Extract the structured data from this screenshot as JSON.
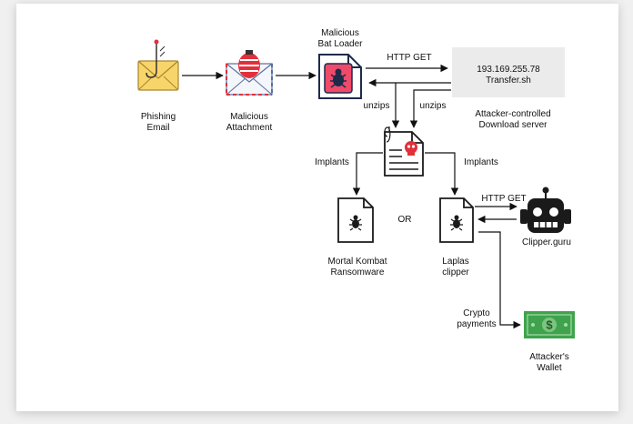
{
  "nodes": {
    "phishing": {
      "line1": "Phishing",
      "line2": "Email",
      "icon": "phishing-email-icon"
    },
    "attachment": {
      "line1": "Malicious",
      "line2": "Attachment",
      "icon": "malicious-attachment-icon"
    },
    "loader": {
      "line1": "Malicious",
      "line2": "Bat Loader",
      "icon": "bat-loader-file-icon"
    },
    "server": {
      "ip": "193.169.255.78",
      "host": "Transfer.sh",
      "caption1": "Attacker-controlled",
      "caption2": "Download server"
    },
    "mortal": {
      "line1": "Mortal Kombat",
      "line2": "Ransomware",
      "icon": "ransomware-file-icon"
    },
    "laplas": {
      "line1": "Laplas",
      "line2": "clipper",
      "icon": "clipper-file-icon"
    },
    "clipperguru": {
      "label": "Clipper.guru",
      "icon": "robot-icon"
    },
    "wallet": {
      "line1": "Attacker's",
      "line2": "Wallet",
      "icon": "money-bill-icon"
    }
  },
  "edges": {
    "http_get_top": "HTTP GET",
    "unzips_left": "unzips",
    "unzips_right": "unzips",
    "implants_left": "Implants",
    "implants_right": "Implants",
    "or": "OR",
    "http_get_bottom": "HTTP GET",
    "crypto1": "Crypto",
    "crypto2": "payments"
  },
  "colors": {
    "envelope": "#f8d56b",
    "red": "#e2303a",
    "pink": "#ef4a6a",
    "money": "#3fa34d",
    "robot": "#1a1a1a"
  }
}
